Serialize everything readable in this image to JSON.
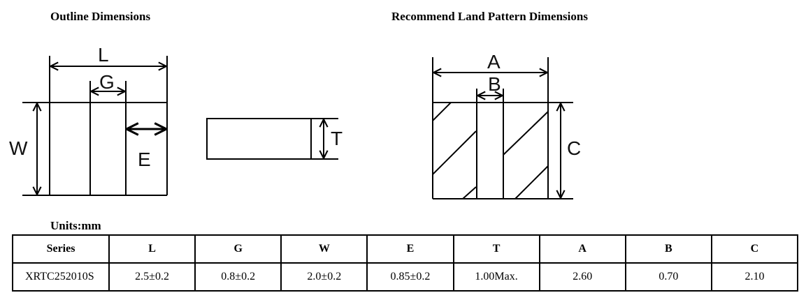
{
  "titles": {
    "outline": "Outline Dimensions",
    "land": "Recommend Land Pattern Dimensions"
  },
  "labels": {
    "L": "L",
    "G": "G",
    "W": "W",
    "E": "E",
    "T": "T",
    "A": "A",
    "B": "B",
    "C": "C"
  },
  "units": "Units:mm",
  "table": {
    "headers": [
      "Series",
      "L",
      "G",
      "W",
      "E",
      "T",
      "A",
      "B",
      "C"
    ],
    "row": [
      "XRTC252010S",
      "2.5±0.2",
      "0.8±0.2",
      "2.0±0.2",
      "0.85±0.2",
      "1.00Max.",
      "2.60",
      "0.70",
      "2.10"
    ]
  }
}
